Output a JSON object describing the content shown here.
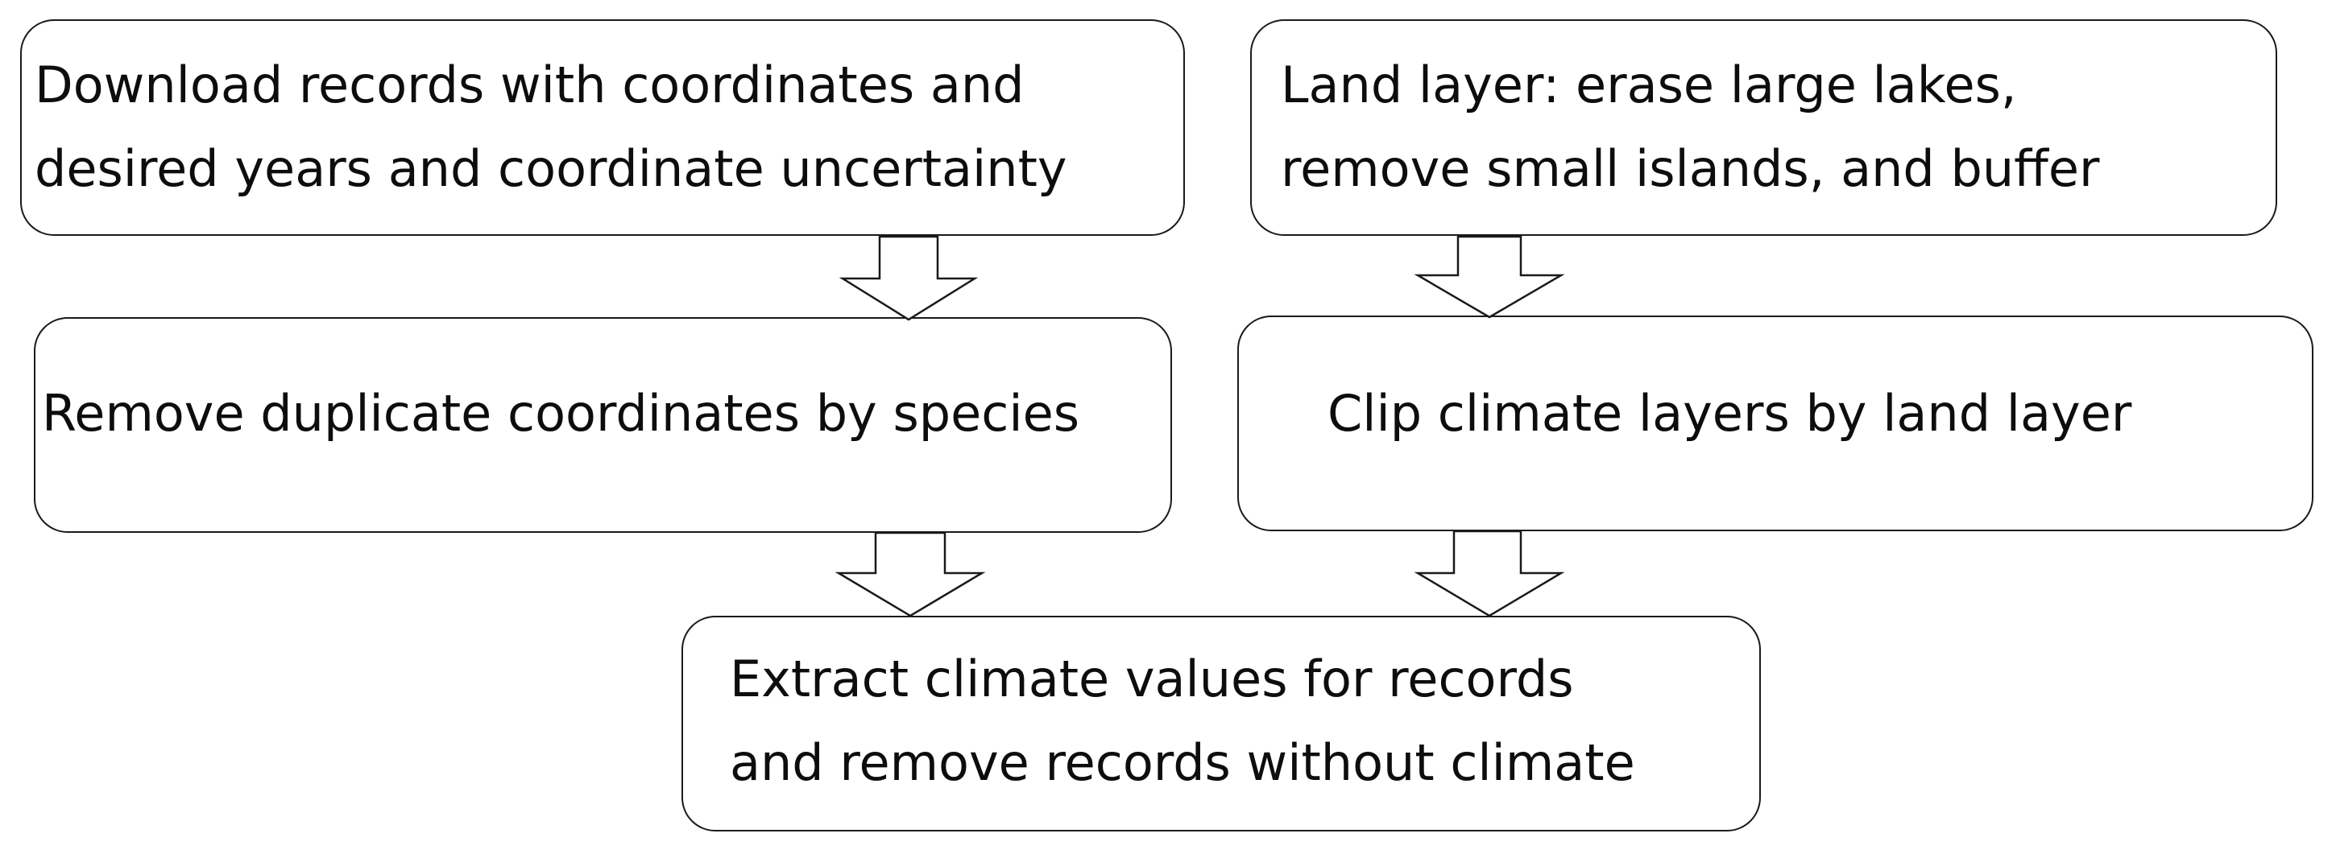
{
  "boxes": {
    "download": [
      "Download records with coordinates and",
      "desired years and coordinate uncertainty"
    ],
    "land_layer": [
      "Land layer: erase large lakes,",
      "remove small islands, and buffer"
    ],
    "remove_duplicates": [
      "Remove duplicate coordinates by species"
    ],
    "clip": [
      "Clip climate layers by land layer"
    ],
    "extract": [
      "Extract climate values for records",
      "and remove records without climate"
    ]
  },
  "colors": {
    "stroke": "#1a1a1a",
    "fill": "#ffffff",
    "text": "#0d0d0d"
  }
}
